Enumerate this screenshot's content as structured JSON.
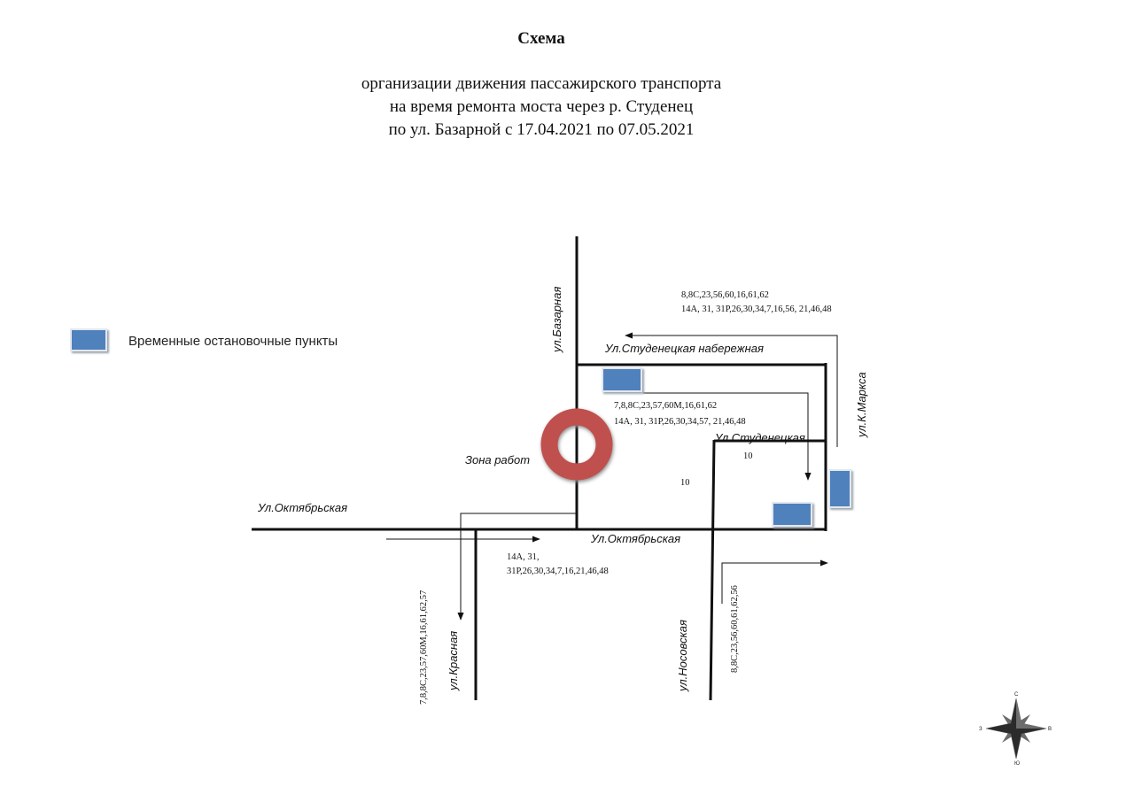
{
  "header": {
    "title": "Схема",
    "subtitle_lines": [
      "организации движения пассажирского транспорта",
      "на время ремонта моста через р. Студенец",
      "по ул. Базарной с 17.04.2021 по 07.05.2021"
    ]
  },
  "legend": {
    "label": "Временные остановочные пункты",
    "color": "#4f81bd"
  },
  "colors": {
    "road": "#111111",
    "stop": "#4f81bd",
    "work_zone": "#c0504d"
  },
  "streets": {
    "bazarnaya": "ул.Базарная",
    "studenetskaya_nab": "Ул.Студенецкая набережная",
    "k_marksa": "ул.К.Маркса",
    "studenetskaya": "Ул.Студенецкая",
    "oktyabrskaya_left": "Ул.Октябрьская",
    "oktyabrskaya_right": "Ул.Октябрьская",
    "krasnaya": "ул.Красная",
    "nosovskaya": "ул.Носовская"
  },
  "work_zone": {
    "label": "Зона работ"
  },
  "routes": {
    "top_right_1": "8,8С,23,56,60,16,61,62",
    "top_right_2": "14А, 31, 31Р,26,30,34,7,16,56, 21,46,48",
    "center_1": "7,8,8С,23,57,60М,16,61,62",
    "center_2": "14А, 31, 31Р,26,30,34,57, 21,46,48",
    "ten_1": "10",
    "ten_2": "10",
    "bottom_mid_1": "14А, 31,",
    "bottom_mid_2": "31Р,26,30,34,7,16,21,46,48",
    "krasnaya_vertical": "7,8,8С,23,57,60М,16,61,62,57",
    "nosovskaya_vertical": "8,8С,23,56,60,61,62,56"
  },
  "compass": {
    "north": "С",
    "south": "Ю",
    "west": "З",
    "east": "В"
  }
}
